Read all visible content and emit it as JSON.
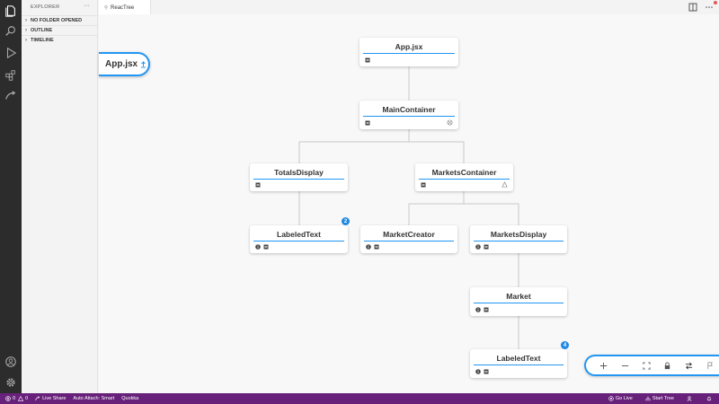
{
  "sidebar": {
    "title": "EXPLORER",
    "more": "···",
    "sections": [
      {
        "label": "NO FOLDER OPENED"
      },
      {
        "label": "OUTLINE"
      },
      {
        "label": "TIMELINE"
      }
    ]
  },
  "tab": {
    "label": "ReacTree"
  },
  "root_pill": {
    "label": "App.jsx"
  },
  "nodes": [
    {
      "label": "App.jsx"
    },
    {
      "label": "MainContainer"
    },
    {
      "label": "TotalsDisplay"
    },
    {
      "label": "MarketsContainer"
    },
    {
      "label": "LabeledText",
      "badge": "2"
    },
    {
      "label": "MarketCreator"
    },
    {
      "label": "MarketsDisplay"
    },
    {
      "label": "Market"
    },
    {
      "label": "LabeledText",
      "badge": "4"
    }
  ],
  "toolbar": {
    "zoom_in": "+",
    "zoom_out": "−",
    "icons": [
      "plus-icon",
      "minus-icon",
      "fit-view-icon",
      "lock-icon",
      "swap-icon",
      "flag-icon"
    ]
  },
  "status": {
    "errors": "0",
    "warnings": "0",
    "live_share": "Live Share",
    "auto_attach": "Auto Attach: Smart",
    "quokka": "Quokka",
    "go_live": "Go Live",
    "start_tree": "Start Tree"
  },
  "colors": {
    "accent": "#2196f3",
    "status_bar": "#68217a",
    "activity_bar": "#2c2c2c",
    "badge": "#1e88e5"
  }
}
